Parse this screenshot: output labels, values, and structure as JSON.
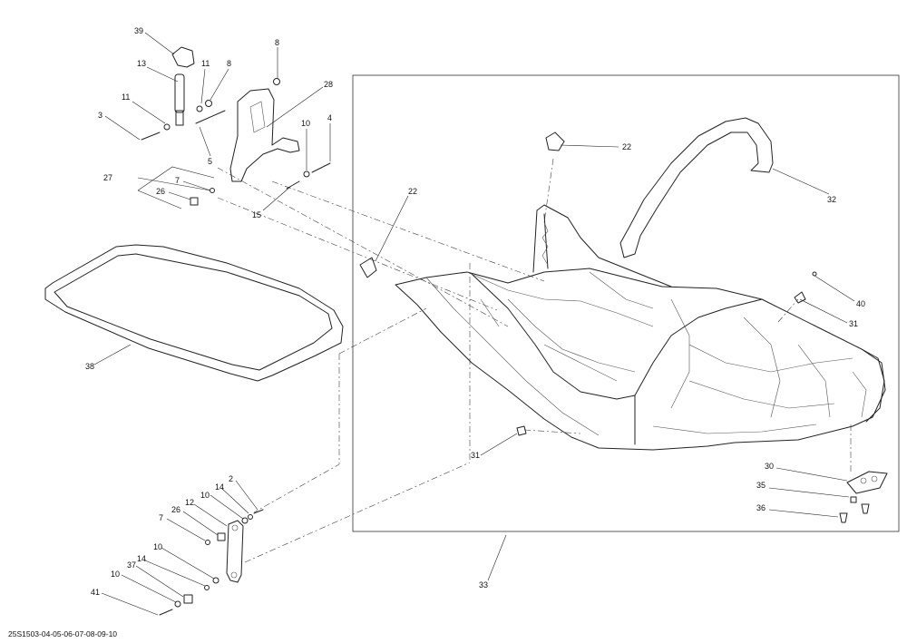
{
  "diagram": {
    "reference_code": "25S1503-04-05-06-07-08-09-10",
    "callouts": [
      {
        "id": "c39",
        "text": "39"
      },
      {
        "id": "c13",
        "text": "13"
      },
      {
        "id": "c11a",
        "text": "11"
      },
      {
        "id": "c8a",
        "text": "8"
      },
      {
        "id": "c8b",
        "text": "8"
      },
      {
        "id": "c11b",
        "text": "11"
      },
      {
        "id": "c28",
        "text": "28"
      },
      {
        "id": "c3",
        "text": "3"
      },
      {
        "id": "c10a",
        "text": "10"
      },
      {
        "id": "c4",
        "text": "4"
      },
      {
        "id": "c5",
        "text": "5"
      },
      {
        "id": "c27",
        "text": "27"
      },
      {
        "id": "c7a",
        "text": "7"
      },
      {
        "id": "c26a",
        "text": "26"
      },
      {
        "id": "c15",
        "text": "15"
      },
      {
        "id": "c22a",
        "text": "22"
      },
      {
        "id": "c22b",
        "text": "22"
      },
      {
        "id": "c32",
        "text": "32"
      },
      {
        "id": "c40",
        "text": "40"
      },
      {
        "id": "c31a",
        "text": "31"
      },
      {
        "id": "c38",
        "text": "38"
      },
      {
        "id": "c31b",
        "text": "31"
      },
      {
        "id": "c30",
        "text": "30"
      },
      {
        "id": "c35",
        "text": "35"
      },
      {
        "id": "c36",
        "text": "36"
      },
      {
        "id": "c33",
        "text": "33"
      },
      {
        "id": "c2",
        "text": "2"
      },
      {
        "id": "c14a",
        "text": "14"
      },
      {
        "id": "c10b",
        "text": "10"
      },
      {
        "id": "c12",
        "text": "12"
      },
      {
        "id": "c26b",
        "text": "26"
      },
      {
        "id": "c7b",
        "text": "7"
      },
      {
        "id": "c10c",
        "text": "10"
      },
      {
        "id": "c14b",
        "text": "14"
      },
      {
        "id": "c37",
        "text": "37"
      },
      {
        "id": "c10d",
        "text": "10"
      },
      {
        "id": "c41",
        "text": "41"
      }
    ]
  }
}
